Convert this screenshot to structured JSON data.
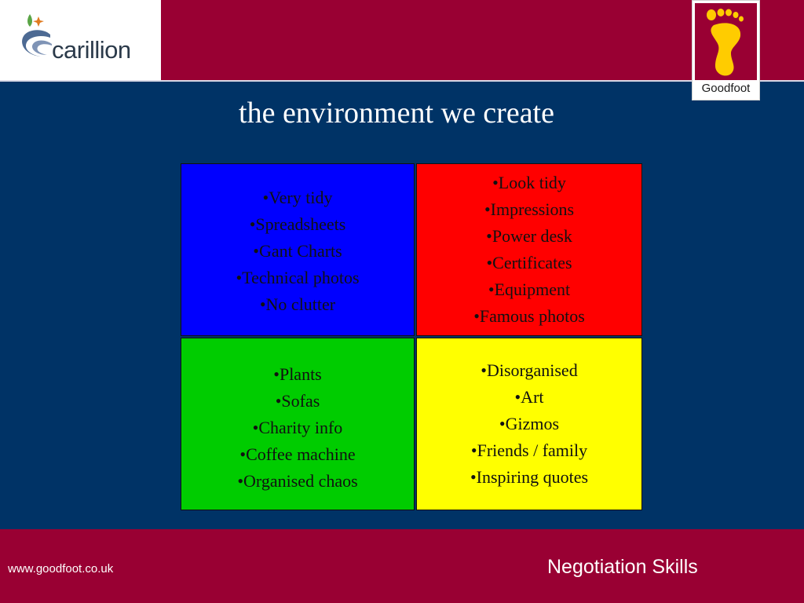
{
  "header": {
    "carillion_logo_text": "carillion",
    "goodfoot_logo_text": "Goodfoot",
    "colors": {
      "bar": "#990033",
      "background": "#003366"
    }
  },
  "slide": {
    "title": "the environment we create",
    "quadrants": [
      {
        "color": "#0000ff",
        "items": [
          "•Very tidy",
          "•Spreadsheets",
          "•Gant Charts",
          "•Technical photos",
          "•No clutter"
        ]
      },
      {
        "color": "#ff0000",
        "items": [
          "•Look tidy",
          "•Impressions",
          "•Power desk",
          "•Certificates",
          "•Equipment",
          "•Famous photos"
        ]
      },
      {
        "color": "#00cc00",
        "items": [
          "•Plants",
          "•Sofas",
          "•Charity info",
          "•Coffee machine",
          "•Organised chaos"
        ]
      },
      {
        "color": "#ffff00",
        "items": [
          "•Disorganised",
          "•Art",
          "•Gizmos",
          "•Friends / family",
          "•Inspiring quotes"
        ]
      }
    ]
  },
  "footer": {
    "url": "www.goodfoot.co.uk",
    "course": "Negotiation Skills"
  }
}
